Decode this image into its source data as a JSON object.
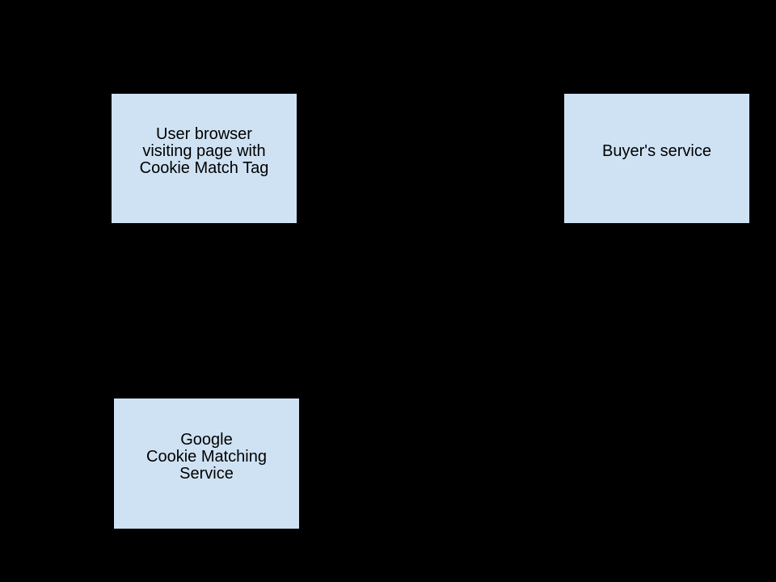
{
  "colors": {
    "background": "#000000",
    "node_fill": "#cfe2f3",
    "node_border": "#000000",
    "node_text": "#000000"
  },
  "nodes": [
    {
      "id": "user-browser",
      "lines": [
        "User browser",
        "visiting page with",
        "Cookie Match Tag"
      ]
    },
    {
      "id": "buyers-service",
      "lines": [
        "Buyer's service"
      ]
    },
    {
      "id": "google-cookie-matching-service",
      "lines": [
        "Google",
        "Cookie Matching",
        "Service"
      ]
    }
  ]
}
